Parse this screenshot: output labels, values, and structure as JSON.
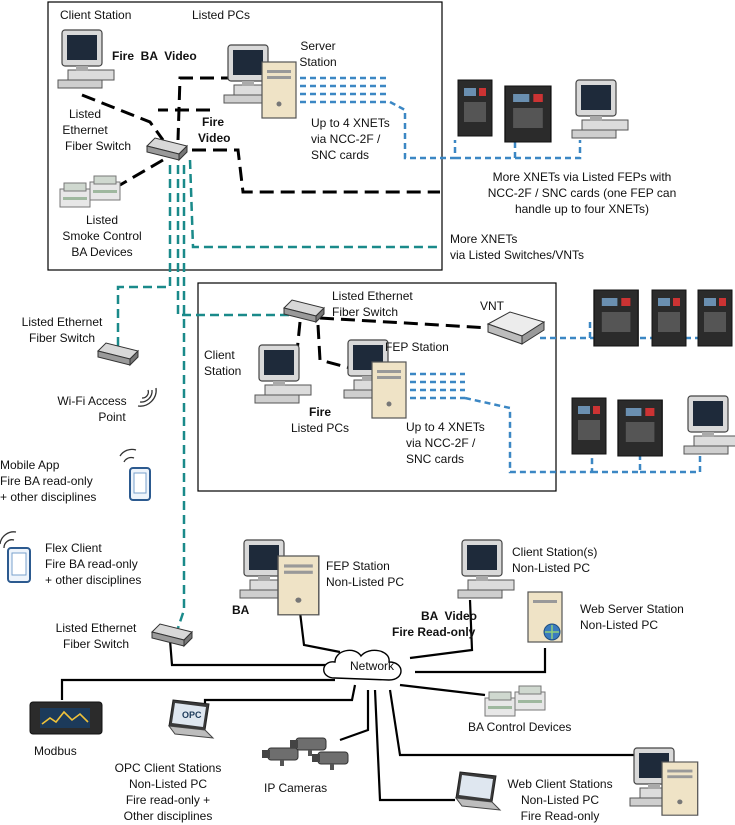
{
  "colors": {
    "fire_ba_link": "#000000",
    "xnet_teal": "#1a8a8a",
    "xnet_blue": "#3b87c4",
    "panel_dark": "#2b2b2b",
    "pc_beige": "#e9dcc0"
  },
  "icons": [
    "pc-icon",
    "server-icon",
    "switch-icon",
    "fire-panel-icon",
    "ba-device-icon",
    "vnt-icon",
    "wifi-icon",
    "phone-icon",
    "tablet-icon",
    "laptop-icon",
    "camera-icon",
    "cloud-icon",
    "modbus-icon",
    "web-server-icon"
  ],
  "top_box": {
    "client_station": "Client Station",
    "listed_pcs": "Listed PCs",
    "fire_ba_video": "Fire  BA  Video",
    "server_station": [
      "Server",
      "Station"
    ],
    "switch_label": [
      "Listed",
      "Ethernet",
      "Fiber Switch"
    ],
    "fire_video": [
      "Fire",
      "Video"
    ],
    "xnets_label": [
      "Up to 4 XNETs",
      "via NCC-2F /",
      "SNC cards"
    ],
    "smoke_label": [
      "Listed",
      "Smoke Control",
      "BA Devices"
    ]
  },
  "right_notes": {
    "more_xnets_feps": [
      "More XNETs via Listed FEPs with",
      "NCC-2F / SNC cards (one FEP can",
      "handle up to four XNETs)"
    ],
    "more_xnets_switches": [
      "More XNETs",
      "via Listed Switches/VNTs"
    ]
  },
  "mid_box": {
    "switch_label": [
      "Listed Ethernet",
      "Fiber Switch"
    ],
    "vnt": "VNT",
    "client_station": [
      "Client",
      "Station"
    ],
    "fep_station": "FEP Station",
    "fire_pcs": [
      "Fire",
      "Listed PCs"
    ],
    "xnets_label": [
      "Up to 4 XNETs",
      "via NCC-2F /",
      "SNC cards"
    ]
  },
  "left_column": {
    "switch_label": [
      "Listed Ethernet",
      "Fiber Switch"
    ],
    "wifi_label": [
      "Wi-Fi Access",
      "Point"
    ],
    "mobile_app": [
      "Mobile App",
      "Fire BA read-only",
      "+ other disciplines"
    ],
    "flex_client": [
      "Flex Client",
      "Fire BA read-only",
      "+ other disciplines"
    ],
    "bottom_switch_label": [
      "Listed Ethernet",
      "Fiber Switch"
    ]
  },
  "bottom": {
    "fep_station": [
      "FEP Station",
      "Non-Listed PC"
    ],
    "ba": "BA",
    "client_stations": [
      "Client Station(s)",
      "Non-Listed PC"
    ],
    "ba_video": "BA  Video",
    "fire_read_only": "Fire Read-only",
    "web_server": [
      "Web Server Station",
      "Non-Listed PC"
    ],
    "network": "Network",
    "modbus": "Modbus",
    "ba_control": "BA Control Devices",
    "opc_clients": [
      "OPC Client Stations",
      "Non-Listed PC",
      "Fire read-only +",
      "Other disciplines"
    ],
    "ip_cameras": "IP Cameras",
    "web_clients": [
      "Web Client Stations",
      "Non-Listed PC",
      "Fire Read-only"
    ],
    "opc_logo": "OPC"
  }
}
